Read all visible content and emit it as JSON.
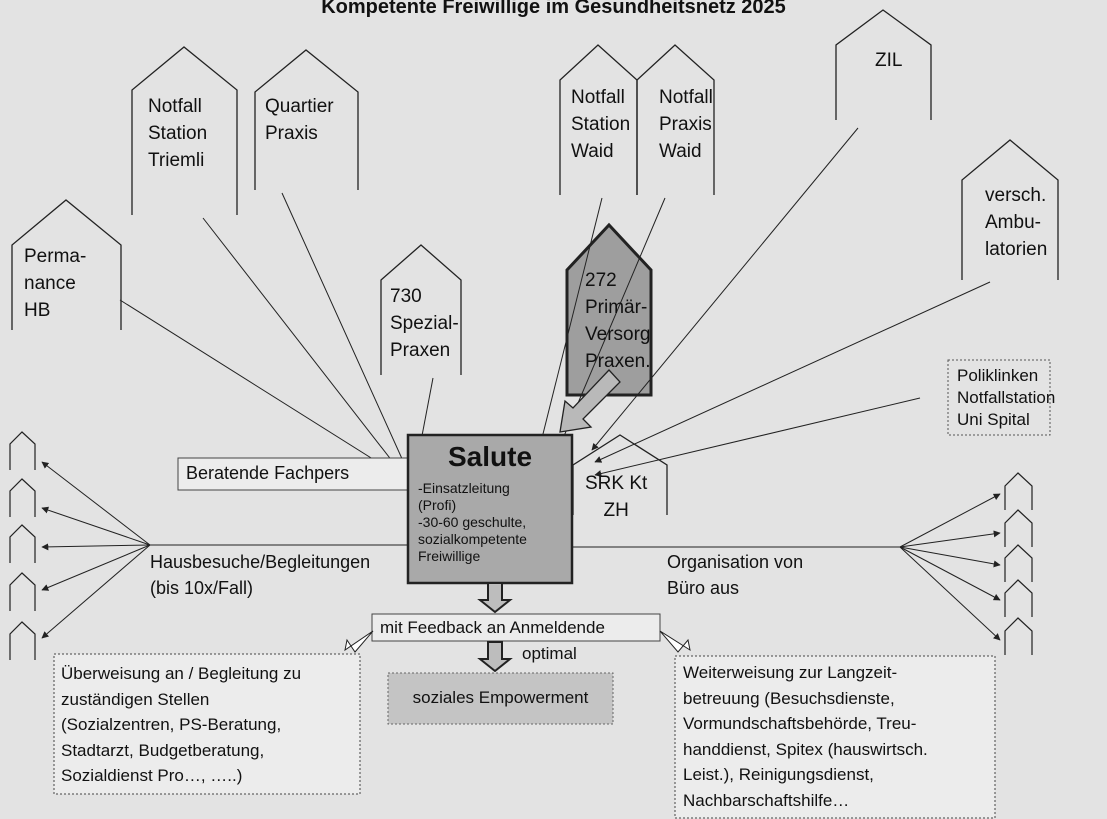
{
  "title": "Kompetente Freiwillige im Gesundheitsnetz 2025",
  "houses": {
    "permanence": "Perma-\nnance\nHB",
    "notfall_triemli": "Notfall\nStation\nTriemli",
    "quartier_praxis": "Quartier\nPraxis",
    "spezial_praxen": "730\nSpezial-\nPraxen",
    "primaer_versorg": "272\nPrimär-\nVersorg\nPraxen.",
    "notfall_waid": "Notfall\nStation\nWaid",
    "notfall_praxis_waid": "Notfall\nPraxis\nWaid",
    "zil": "ZIL",
    "ambulatorien": "versch.\nAmbu-\nlatorien",
    "srk": "SRK Kt\nZH"
  },
  "poliklinken": "Poliklinken\nNotfallstation\nUni Spital",
  "salute": {
    "title": "Salute",
    "body": "-Einsatzleitung\n(Profi)\n-30-60 geschulte,\nsozialkompetente\nFreiwillige"
  },
  "beratende": "Beratende Fachpers",
  "hausbesuche": "Hausbesuche/Begleitungen\n(bis 10x/Fall)",
  "organisation": "Organisation von\nBüro aus",
  "feedback": "mit Feedback an Anmeldende",
  "optimal": "optimal",
  "empowerment": "soziales Empowerment",
  "ueberweisung": "Überweisung an / Begleitung zu\nzuständigen Stellen\n(Sozialzentren, PS-Beratung,\nStadtarzt, Budgetberatung,\nSozialdienst Pro…, …..)",
  "weiterweisung": "Weiterweisung zur Langzeit-\nbetreuung (Besuchsdienste,\nVormundschaftsbehörde, Treu-\nhanddienst, Spitex (hauswirtsch.\nLeist.), Reinigungsdienst,\nNachbarschaftshilfe…",
  "colors": {
    "background": "#e3e3e3",
    "salute_fill": "#a9a9a9",
    "primaer_fill": "#9e9e9e",
    "empowerment_fill": "#c4c4c4",
    "line": "#222222"
  }
}
